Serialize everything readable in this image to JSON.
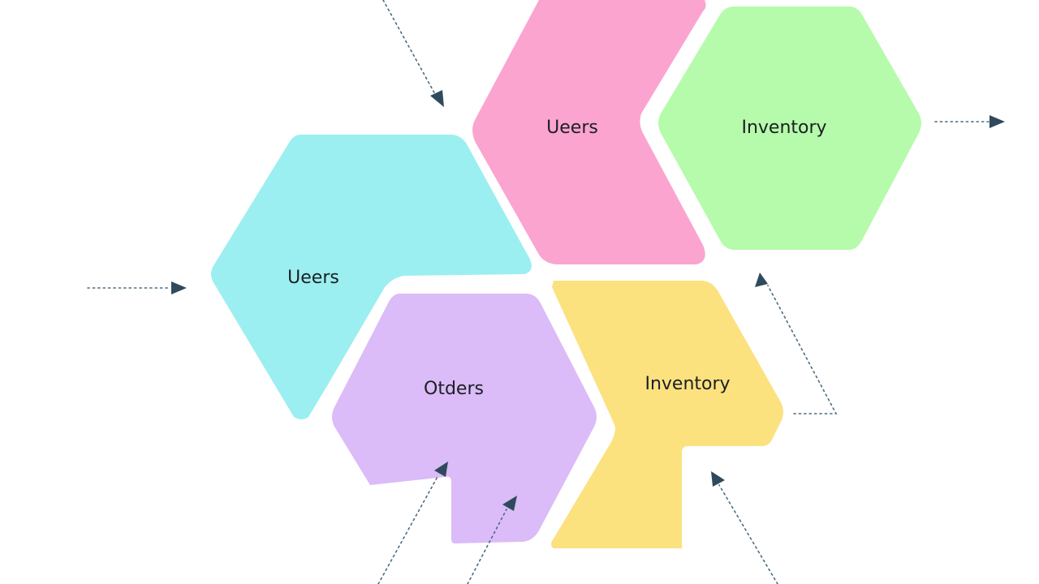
{
  "diagram": {
    "regions": [
      {
        "key": "users_top",
        "label": "Ueers",
        "color": "#fba4cf"
      },
      {
        "key": "inventory_top",
        "label": "Inventory",
        "color": "#b6fbab"
      },
      {
        "key": "users_left",
        "label": "Ueers",
        "color": "#9beff0"
      },
      {
        "key": "orders",
        "label": "Otders",
        "color": "#dbbbf8"
      },
      {
        "key": "inventory_bottom",
        "label": "Inventory",
        "color": "#fce17f"
      }
    ],
    "connector_color": "#4a6b80",
    "arrowhead_color": "#2f4a5c"
  }
}
